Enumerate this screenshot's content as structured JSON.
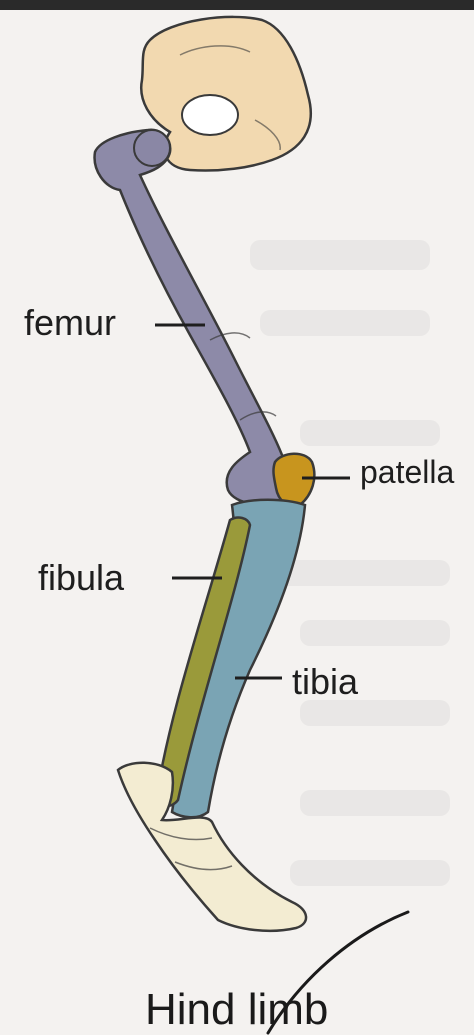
{
  "labels": {
    "femur": "femur",
    "patella": "patella",
    "fibula": "fibula",
    "tibia": "tibia"
  },
  "caption": "Hind limb",
  "colors": {
    "pelvis": "#f2d9b0",
    "femur": "#8d8aa8",
    "patella": "#c8951e",
    "fibula": "#9a9a3a",
    "tibia": "#7aa4b4",
    "foot": "#f3ecd2",
    "outline": "#3a3a3a"
  }
}
